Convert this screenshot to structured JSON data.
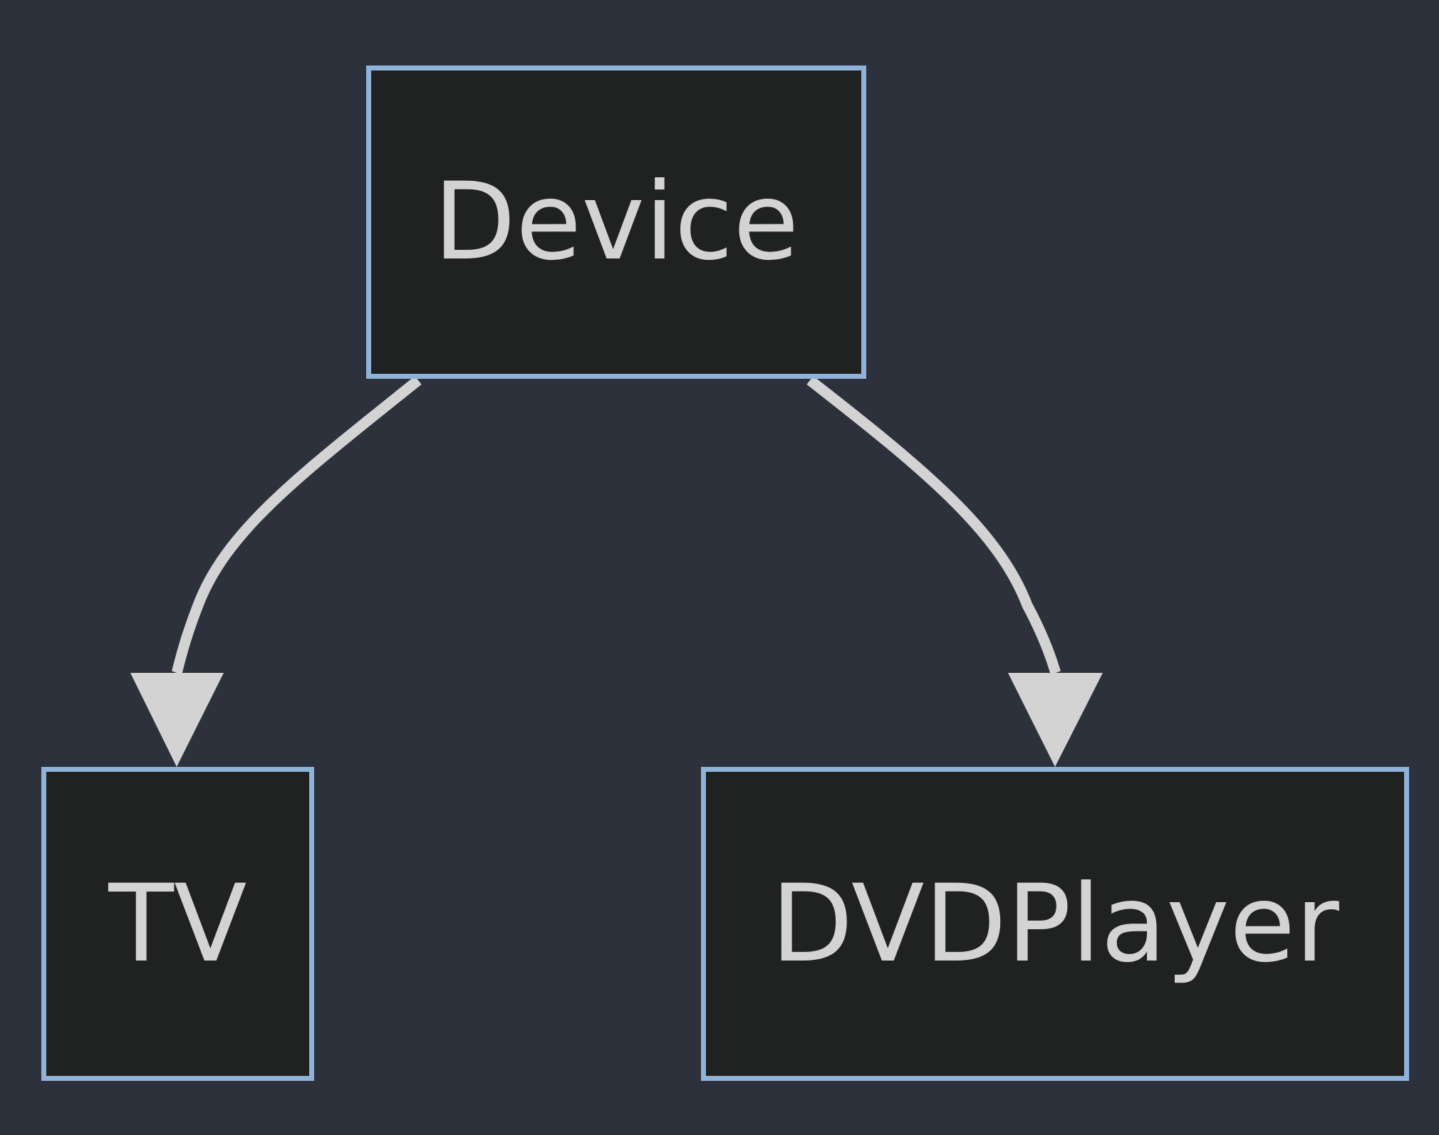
{
  "diagram": {
    "type": "flowchart",
    "colors": {
      "background": "#2d313c",
      "node_fill": "#202121",
      "node_border": "#8fb2d8",
      "text": "#d3d3d3",
      "edge": "#d3d3d3"
    },
    "nodes": {
      "device": {
        "label": "Device"
      },
      "tv": {
        "label": "TV"
      },
      "dvdplayer": {
        "label": "DVDPlayer"
      }
    },
    "edges": [
      {
        "from": "Device",
        "to": "TV"
      },
      {
        "from": "Device",
        "to": "DVDPlayer"
      }
    ]
  }
}
